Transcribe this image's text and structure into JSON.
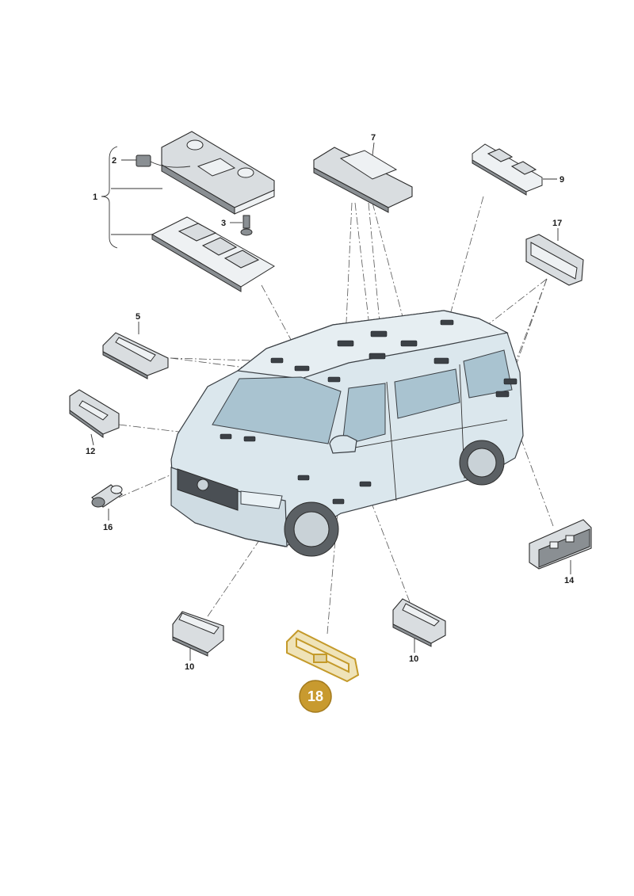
{
  "callouts": {
    "c1": "1",
    "c2": "2",
    "c3": "3",
    "c5": "5",
    "c7": "7",
    "c9": "9",
    "c10a": "10",
    "c10b": "10",
    "c12": "12",
    "c14": "14",
    "c16": "16",
    "c17": "17",
    "c18": "18"
  },
  "highlight": {
    "part_number": "18",
    "accent_color": "#c89a2f"
  }
}
